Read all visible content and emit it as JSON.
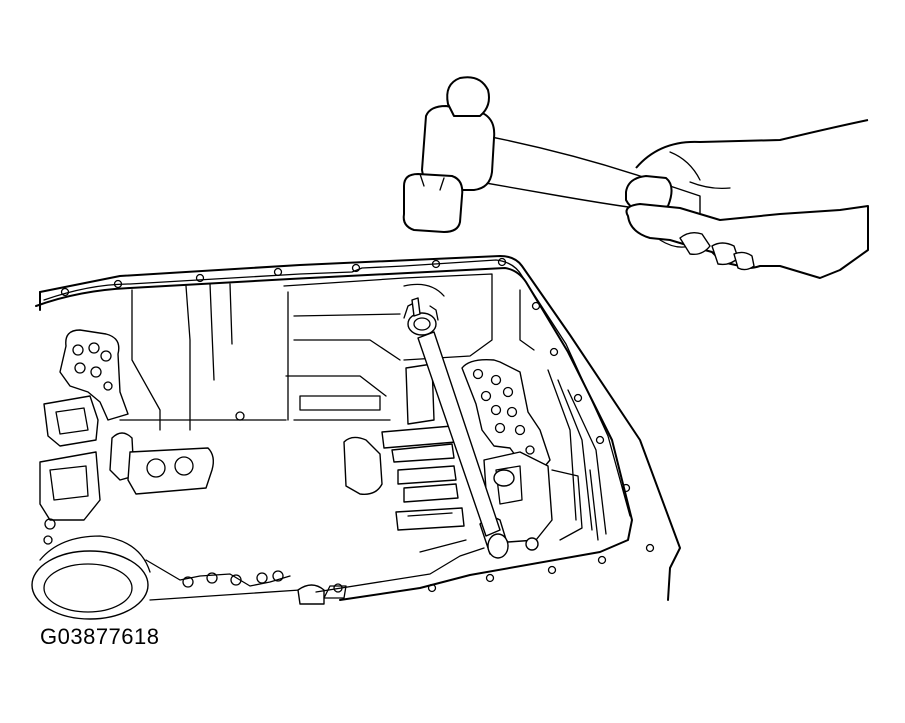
{
  "figure": {
    "id_label": "G03877618",
    "line_color": "#000000",
    "background_color": "#ffffff",
    "parts": [
      "transmission-case",
      "valve-body",
      "drift-punch",
      "ball-peen-hammer",
      "hand"
    ]
  }
}
